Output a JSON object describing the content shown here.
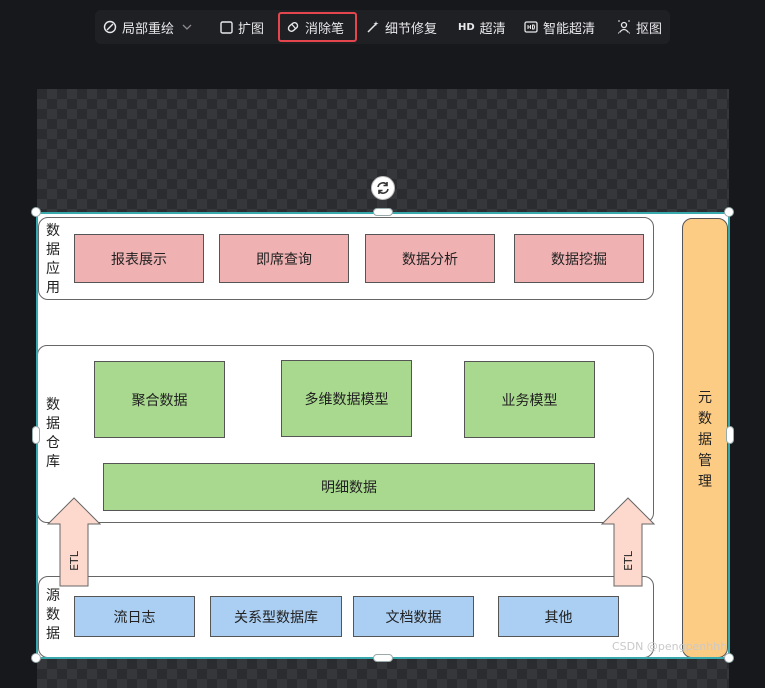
{
  "toolbar": {
    "items": [
      {
        "label": "局部重绘",
        "icon": "brush-icon"
      },
      {
        "label": "扩图",
        "icon": "expand-icon"
      },
      {
        "label": "消除笔",
        "icon": "eraser-icon",
        "selected": true
      },
      {
        "label": "细节修复",
        "icon": "magic-wand-icon"
      },
      {
        "label": "超清",
        "icon": "hd-icon",
        "badge": "HD"
      },
      {
        "label": "智能超清",
        "icon": "smart-hd-icon"
      },
      {
        "label": "抠图",
        "icon": "cutout-icon"
      }
    ],
    "selected_color": "#e5454d"
  },
  "diagram": {
    "app_layer": {
      "label": "数据应用",
      "boxes": [
        "报表展示",
        "即席查询",
        "数据分析",
        "数据挖掘"
      ]
    },
    "warehouse_layer": {
      "label": "数据仓库",
      "boxes": [
        "聚合数据",
        "多维数据模型",
        "业务模型"
      ],
      "detail": "明细数据"
    },
    "source_layer": {
      "label": "源数据",
      "boxes": [
        "流日志",
        "关系型数据库",
        "文档数据",
        "其他"
      ]
    },
    "etl_label": "ETL",
    "meta": "元数据管理",
    "colors": {
      "app": "#f0b1b2",
      "warehouse": "#a8d98e",
      "source": "#abcff2",
      "meta": "#fdcc84",
      "arrow": "#fcd9cc"
    }
  },
  "watermark": "CSDN @pengpenhhh",
  "selection_color": "#3aa9ad"
}
